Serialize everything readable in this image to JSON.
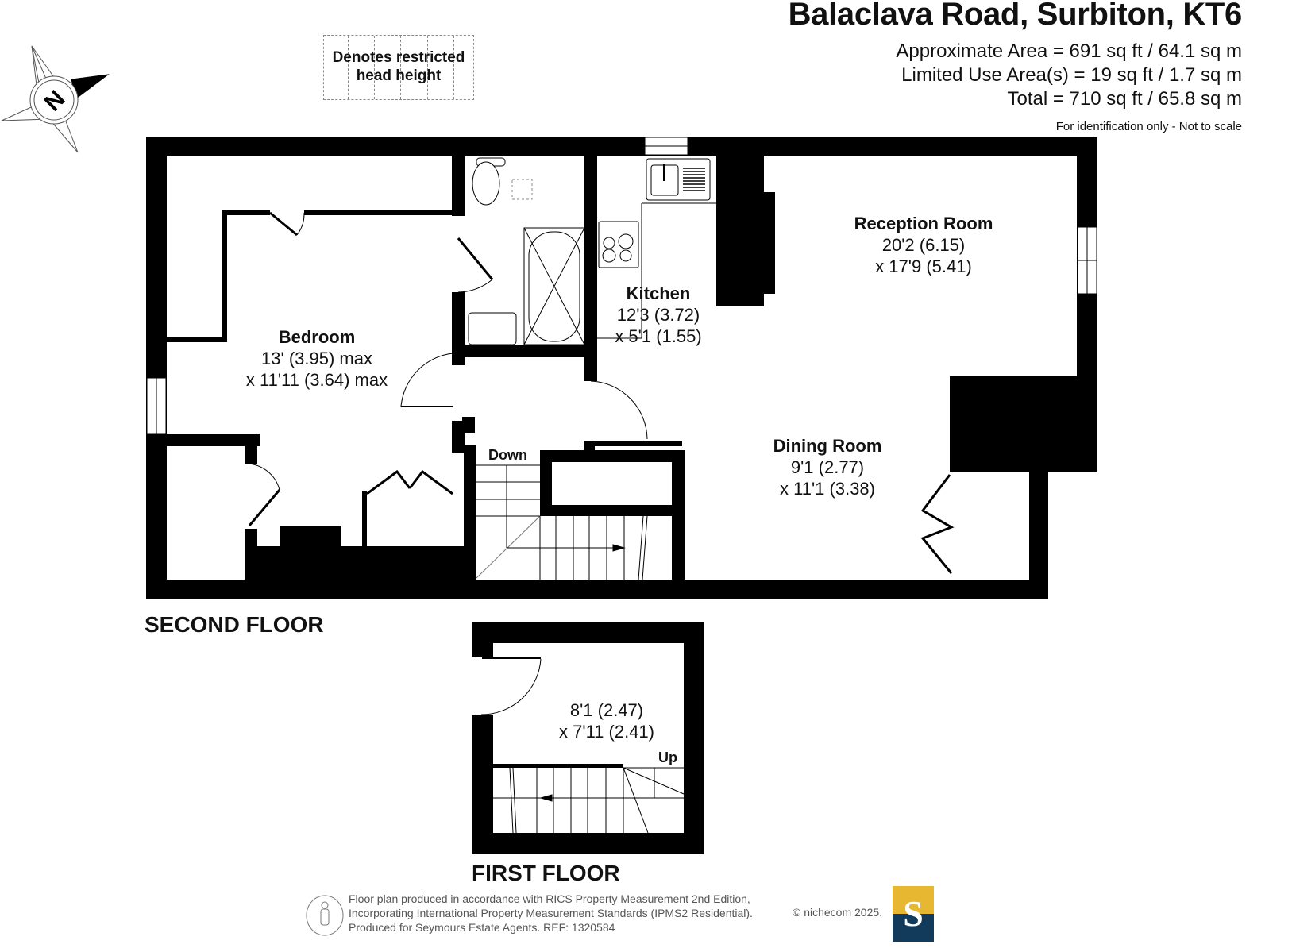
{
  "header": {
    "title": "Balaclava Road, Surbiton, KT6",
    "approx_area": "Approximate Area = 691 sq ft / 64.1 sq m",
    "limited_use": "Limited Use Area(s) = 19 sq ft / 1.7 sq m",
    "total": "Total = 710 sq ft / 65.8 sq m",
    "disclaimer": "For identification only - Not to scale"
  },
  "legend": {
    "line1": "Denotes restricted",
    "line2": "head height"
  },
  "compass": {
    "icon": "north-compass-icon",
    "letter": "N"
  },
  "second_floor": {
    "label": "SECOND FLOOR",
    "rooms": [
      {
        "name": "Bedroom",
        "dim1": "13' (3.95) max",
        "dim2": "x 11'11 (3.64) max"
      },
      {
        "name": "Kitchen",
        "dim1": "12'3 (3.72)",
        "dim2": "x 5'1 (1.55)"
      },
      {
        "name": "Reception Room",
        "dim1": "20'2 (6.15)",
        "dim2": "x 17'9 (5.41)"
      },
      {
        "name": "Dining Room",
        "dim1": "9'1 (2.77)",
        "dim2": "x 11'1 (3.38)"
      }
    ],
    "stairs_label": "Down"
  },
  "first_floor": {
    "label": "FIRST FLOOR",
    "room": {
      "dim1": "8'1 (2.47)",
      "dim2": "x 7'11 (2.41)"
    },
    "stairs_label": "Up"
  },
  "footer": {
    "line1": "Floor plan produced in accordance with RICS Property Measurement 2nd Edition,",
    "line2": "Incorporating International Property Measurement Standards (IPMS2 Residential).",
    "line3": "Produced for Seymours Estate Agents.   REF: 1320584",
    "copyright": "© nichecom 2025.",
    "logo_letter": "S",
    "logo_colors": {
      "top": "#e8b731",
      "bottom": "#123a5a"
    }
  }
}
